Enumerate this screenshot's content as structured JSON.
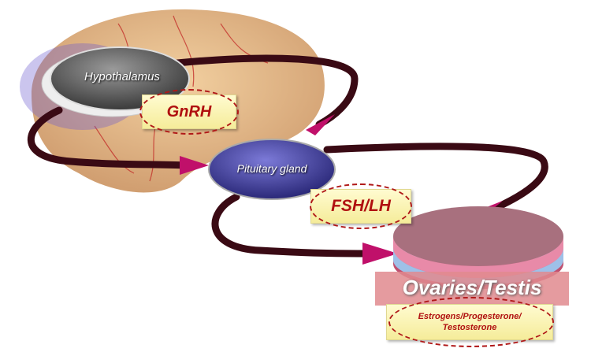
{
  "nodes": {
    "hypothalamus": "Hypothalamus",
    "pituitary": "Pituitary gland",
    "gonads": "Ovaries/Testis"
  },
  "hormones": {
    "gnrh": "GnRH",
    "fsh_lh": "FSH/LH",
    "sex_steroids_line1": "Estrogens/Progesterone/",
    "sex_steroids_line2": "Testosterone"
  },
  "colors": {
    "arrow": "#3a0a14",
    "arrowhead": "#c0106a",
    "label_text": "#b01010",
    "hypothalamus": "#6a6a6a",
    "pituitary": "#4a46a8"
  }
}
